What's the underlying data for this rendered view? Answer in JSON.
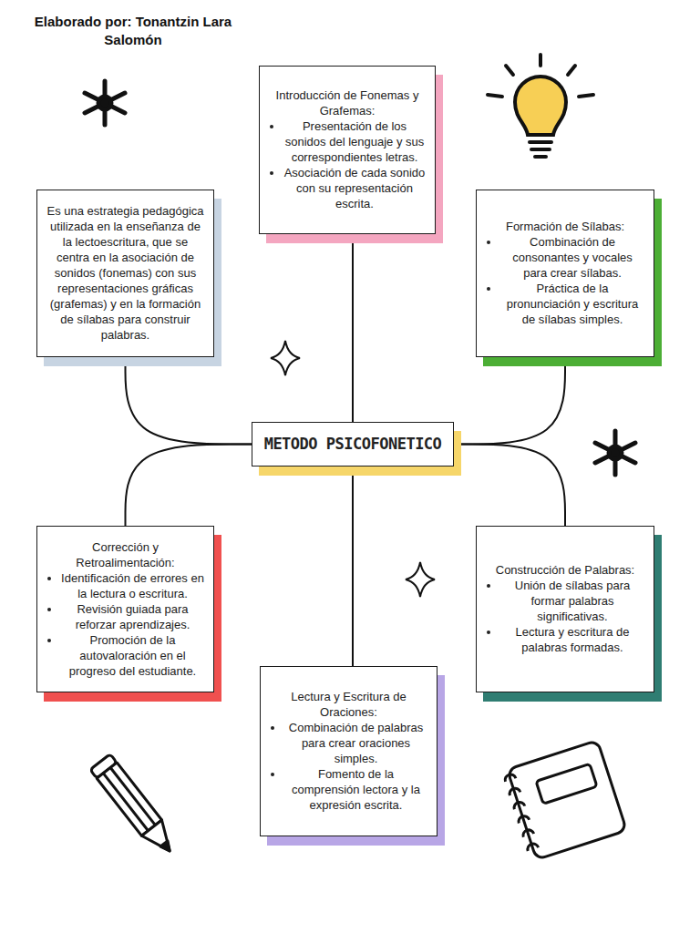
{
  "diagram": {
    "nodes": [
      {
        "text": [
          "Introducción de Fonemas y Grafemas:",
          "Presentación de los sonidos del lenguaje y sus correspondientes letras.",
          "Asociación de cada sonido con su representación escrita."
        ]
      },
      {
        "text": [
          "Es una estrategia pedagógica utilizada en la enseñanza de la lectoescritura, que se centra en la asociación de sonidos (fonemas) con sus representaciones gráficas (grafemas) y en la formación de sílabas para construir palabras."
        ]
      },
      {
        "text": [
          "Formación de Sílabas:",
          "Combinación de consonantes y vocales para crear sílabas.",
          "Práctica de la pronunciación y escritura de sílabas simples."
        ]
      },
      {
        "text": [
          "METODO PSICOFONETICO"
        ]
      },
      {
        "text": [
          "Corrección y Retroalimentación:",
          "Identificación de errores en la lectura o escritura.",
          "Revisión guiada para reforzar aprendizajes.",
          "Promoción de la autovaloración en el progreso del estudiante."
        ]
      },
      {
        "text": [
          "Construcción de Palabras:",
          "Unión de sílabas para formar palabras significativas.",
          "Lectura y escritura de palabras formadas."
        ]
      },
      {
        "text": [
          "Lectura y Escritura de Oraciones:",
          "Combinación de palabras para crear oraciones simples.",
          "Fomento de la comprensión lectora y la expresión escrita."
        ]
      }
    ],
    "edges": [
      {
        "from": 3,
        "to": 0,
        "arrow": "none"
      },
      {
        "from": 3,
        "to": 1,
        "arrow": "none"
      },
      {
        "from": 3,
        "to": 2,
        "arrow": "none"
      },
      {
        "from": 3,
        "to": 4,
        "arrow": "none"
      },
      {
        "from": 3,
        "to": 5,
        "arrow": "none"
      },
      {
        "from": 3,
        "to": 6,
        "arrow": "none"
      }
    ],
    "labels": [
      "Elaborado por: Tonantzin Lara Salomón"
    ]
  }
}
